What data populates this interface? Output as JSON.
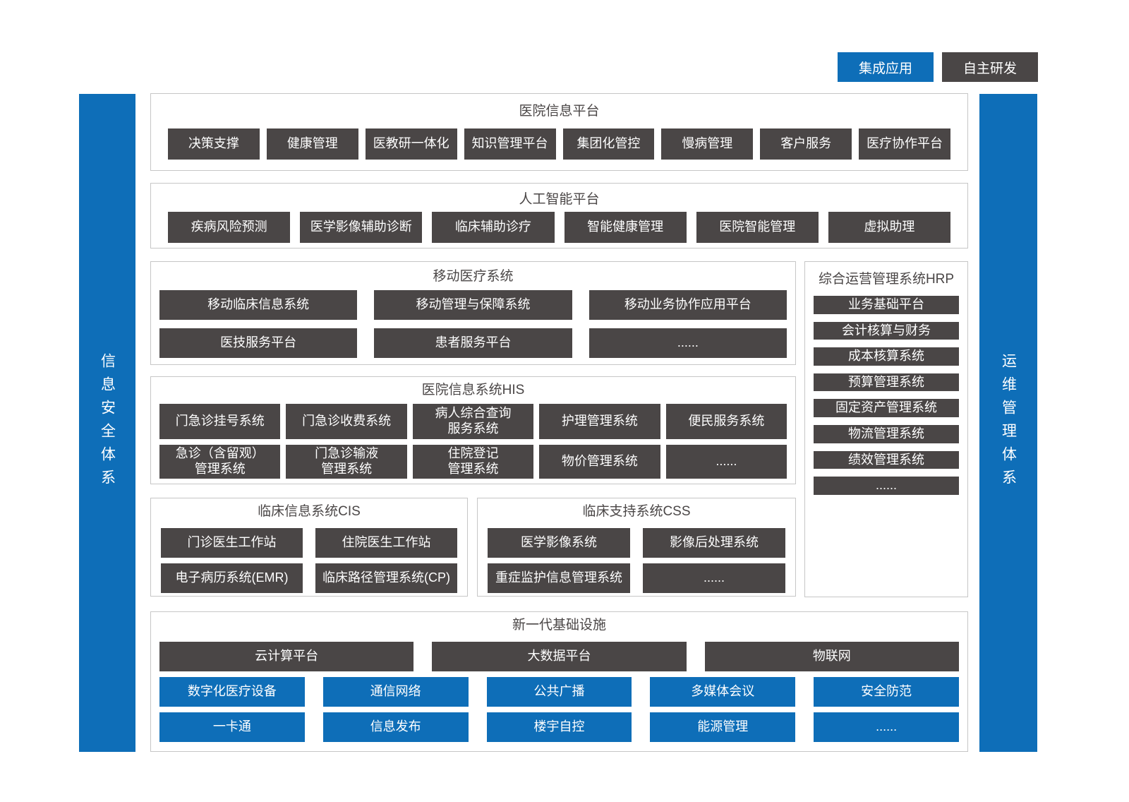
{
  "legend": {
    "integrated_label": "集成应用",
    "self_developed_label": "自主研发"
  },
  "sidebars": {
    "left_label": "信息安全体系",
    "right_label": "运维管理体系"
  },
  "sections": {
    "hospital_info_platform": {
      "title": "医院信息平台",
      "items": [
        "决策支撑",
        "健康管理",
        "医教研一体化",
        "知识管理平台",
        "集团化管控",
        "慢病管理",
        "客户服务",
        "医疗协作平台"
      ]
    },
    "ai_platform": {
      "title": "人工智能平台",
      "items": [
        "疾病风险预测",
        "医学影像辅助诊断",
        "临床辅助诊疗",
        "智能健康管理",
        "医院智能管理",
        "虚拟助理"
      ]
    },
    "mobile_medical": {
      "title": "移动医疗系统",
      "rows": [
        [
          "移动临床信息系统",
          "移动管理与保障系统",
          "移动业务协作应用平台"
        ],
        [
          "医技服务平台",
          "患者服务平台",
          "......"
        ]
      ]
    },
    "hrp": {
      "title": "综合运营管理系统HRP",
      "items": [
        "业务基础平台",
        "会计核算与财务",
        "成本核算系统",
        "预算管理系统",
        "固定资产管理系统",
        "物流管理系统",
        "绩效管理系统",
        "......"
      ]
    },
    "his": {
      "title": "医院信息系统HIS",
      "rows": [
        [
          "门急诊挂号系统",
          "门急诊收费系统",
          "病人综合查询\n服务系统",
          "护理管理系统",
          "便民服务系统"
        ],
        [
          "急诊（含留观）\n管理系统",
          "门急诊输液\n管理系统",
          "住院登记\n管理系统",
          "物价管理系统",
          "......"
        ]
      ]
    },
    "cis": {
      "title": "临床信息系统CIS",
      "rows": [
        [
          "门诊医生工作站",
          "住院医生工作站"
        ],
        [
          "电子病历系统(EMR)",
          "临床路径管理系统(CP)"
        ]
      ]
    },
    "css_support": {
      "title": "临床支持系统CSS",
      "rows": [
        [
          "医学影像系统",
          "影像后处理系统"
        ],
        [
          "重症监护信息管理系统",
          "......"
        ]
      ]
    },
    "infrastructure": {
      "title": "新一代基础设施",
      "self_developed_row": [
        "云计算平台",
        "大数据平台",
        "物联网"
      ],
      "integrated_rows": [
        [
          "数字化医疗设备",
          "通信网络",
          "公共广播",
          "多媒体会议",
          "安全防范"
        ],
        [
          "一卡通",
          "信息发布",
          "楼宇自控",
          "能源管理",
          "......"
        ]
      ]
    }
  },
  "colors": {
    "blue": "#0E6EB8",
    "dark_gray": "#4A4646",
    "border_gray": "#C6C6C6",
    "title_text": "#4A4646"
  }
}
